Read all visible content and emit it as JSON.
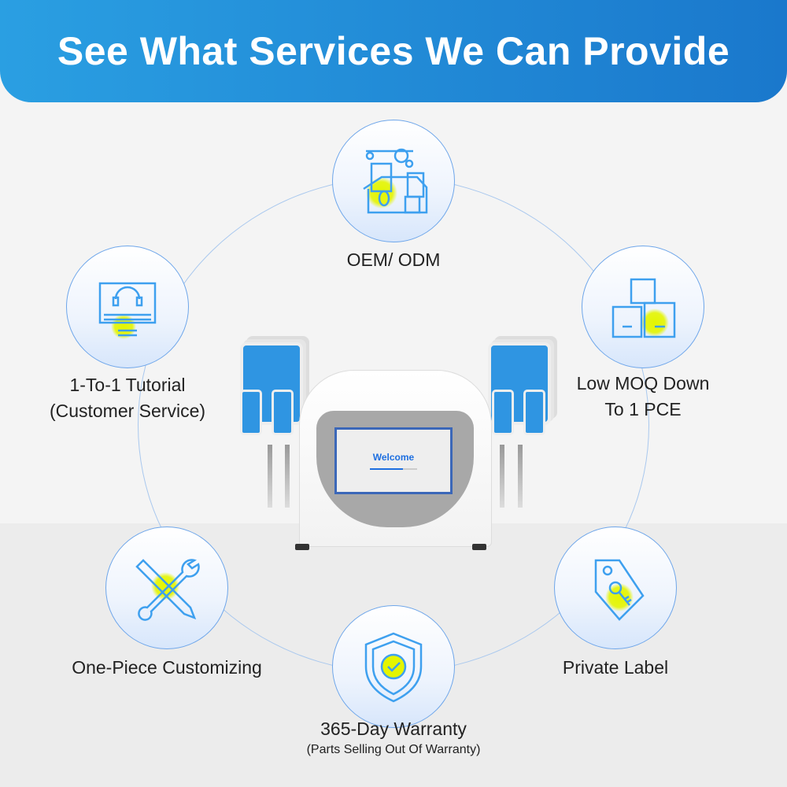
{
  "header": {
    "title": "See What Services We Can Provide"
  },
  "services": [
    {
      "icon": "factory-house-icon",
      "lines": [
        "OEM/ ODM"
      ]
    },
    {
      "icon": "headset-support-icon",
      "lines": [
        "1-To-1 Tutorial",
        "(Customer Service)"
      ]
    },
    {
      "icon": "boxes-icon",
      "lines": [
        "Low MOQ Down",
        "To 1 PCE"
      ]
    },
    {
      "icon": "tools-icon",
      "lines": [
        "One-Piece Customizing"
      ]
    },
    {
      "icon": "price-tag-icon",
      "lines": [
        "Private Label"
      ]
    },
    {
      "icon": "shield-check-icon",
      "lines": [
        "365-Day Warranty"
      ],
      "subtitle": "(Parts Selling Out Of Warranty)"
    }
  ],
  "product": {
    "screen_text": "Welcome",
    "loading_progress": 0.7
  },
  "colors": {
    "accent": "#1a78cc",
    "highlight": "#e4f500",
    "icon_stroke": "#3ea0ef"
  }
}
